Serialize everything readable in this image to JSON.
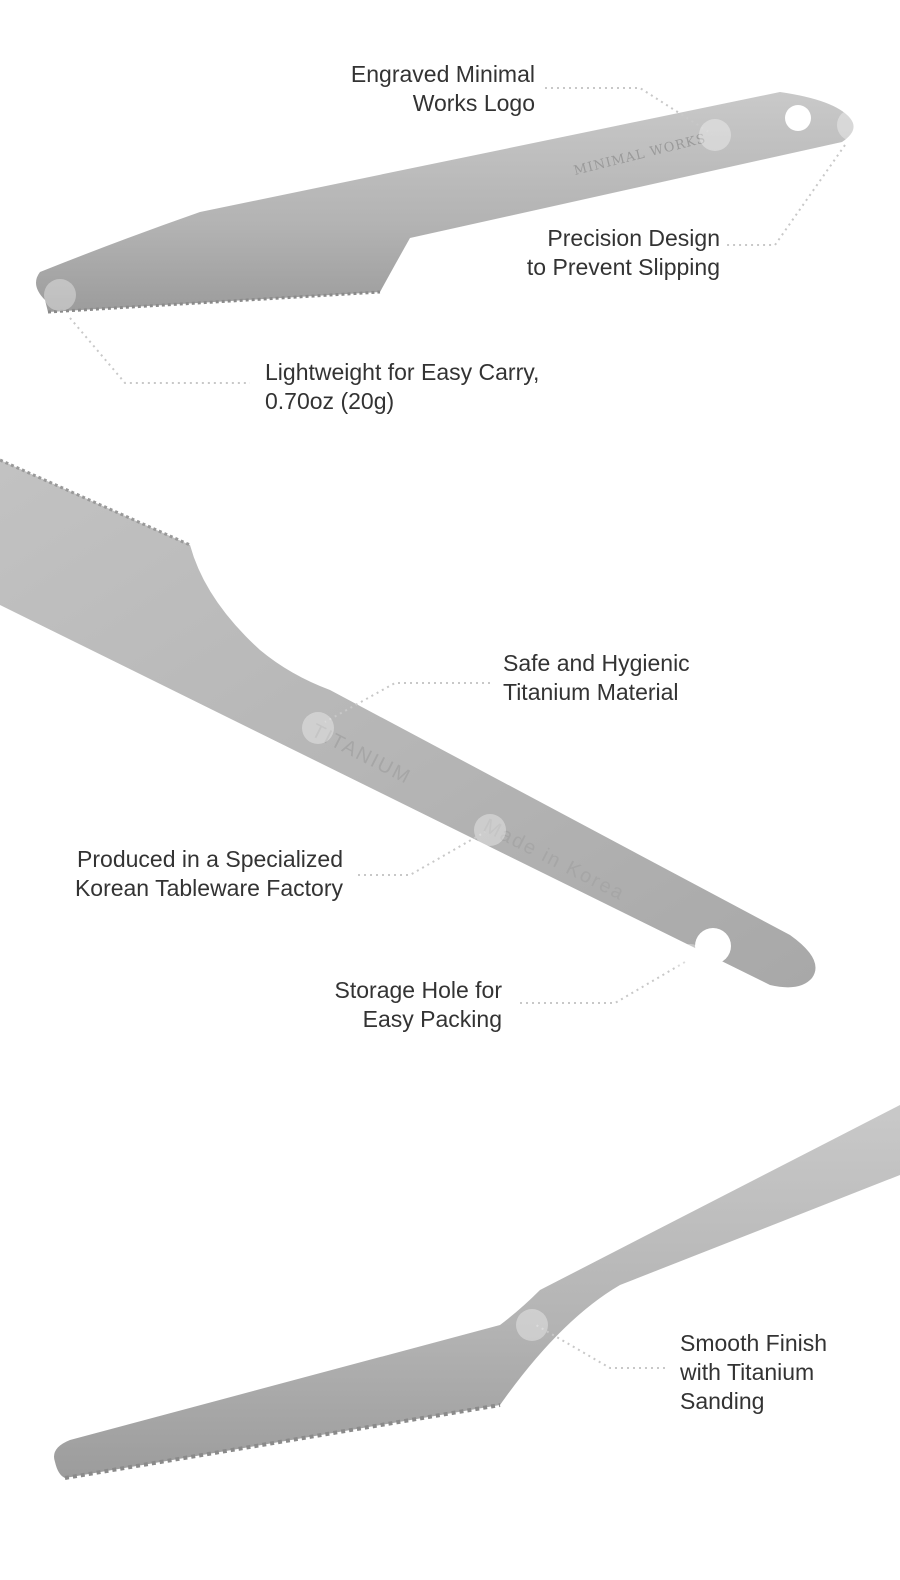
{
  "colors": {
    "text": "#333333",
    "metal": "#b4b4b4",
    "metal_dark": "#9a9a9a",
    "dots": "#c8c8c8"
  },
  "engravings": {
    "brand": "MINIMAL WORKS",
    "material": "TITANIUM",
    "origin": "Made in Korea"
  },
  "callouts": [
    {
      "lines": [
        "Engraved Minimal",
        "Works Logo"
      ]
    },
    {
      "lines": [
        "Precision Design",
        "to Prevent Slipping"
      ]
    },
    {
      "lines": [
        "Lightweight for Easy Carry,",
        "0.70oz (20g)"
      ]
    },
    {
      "lines": [
        "Safe and Hygienic",
        "Titanium Material"
      ]
    },
    {
      "lines": [
        "Produced in a Specialized",
        "Korean Tableware Factory"
      ]
    },
    {
      "lines": [
        "Storage Hole for",
        "Easy Packing"
      ]
    },
    {
      "lines": [
        "Smooth Finish",
        "with Titanium",
        "Sanding"
      ]
    }
  ]
}
